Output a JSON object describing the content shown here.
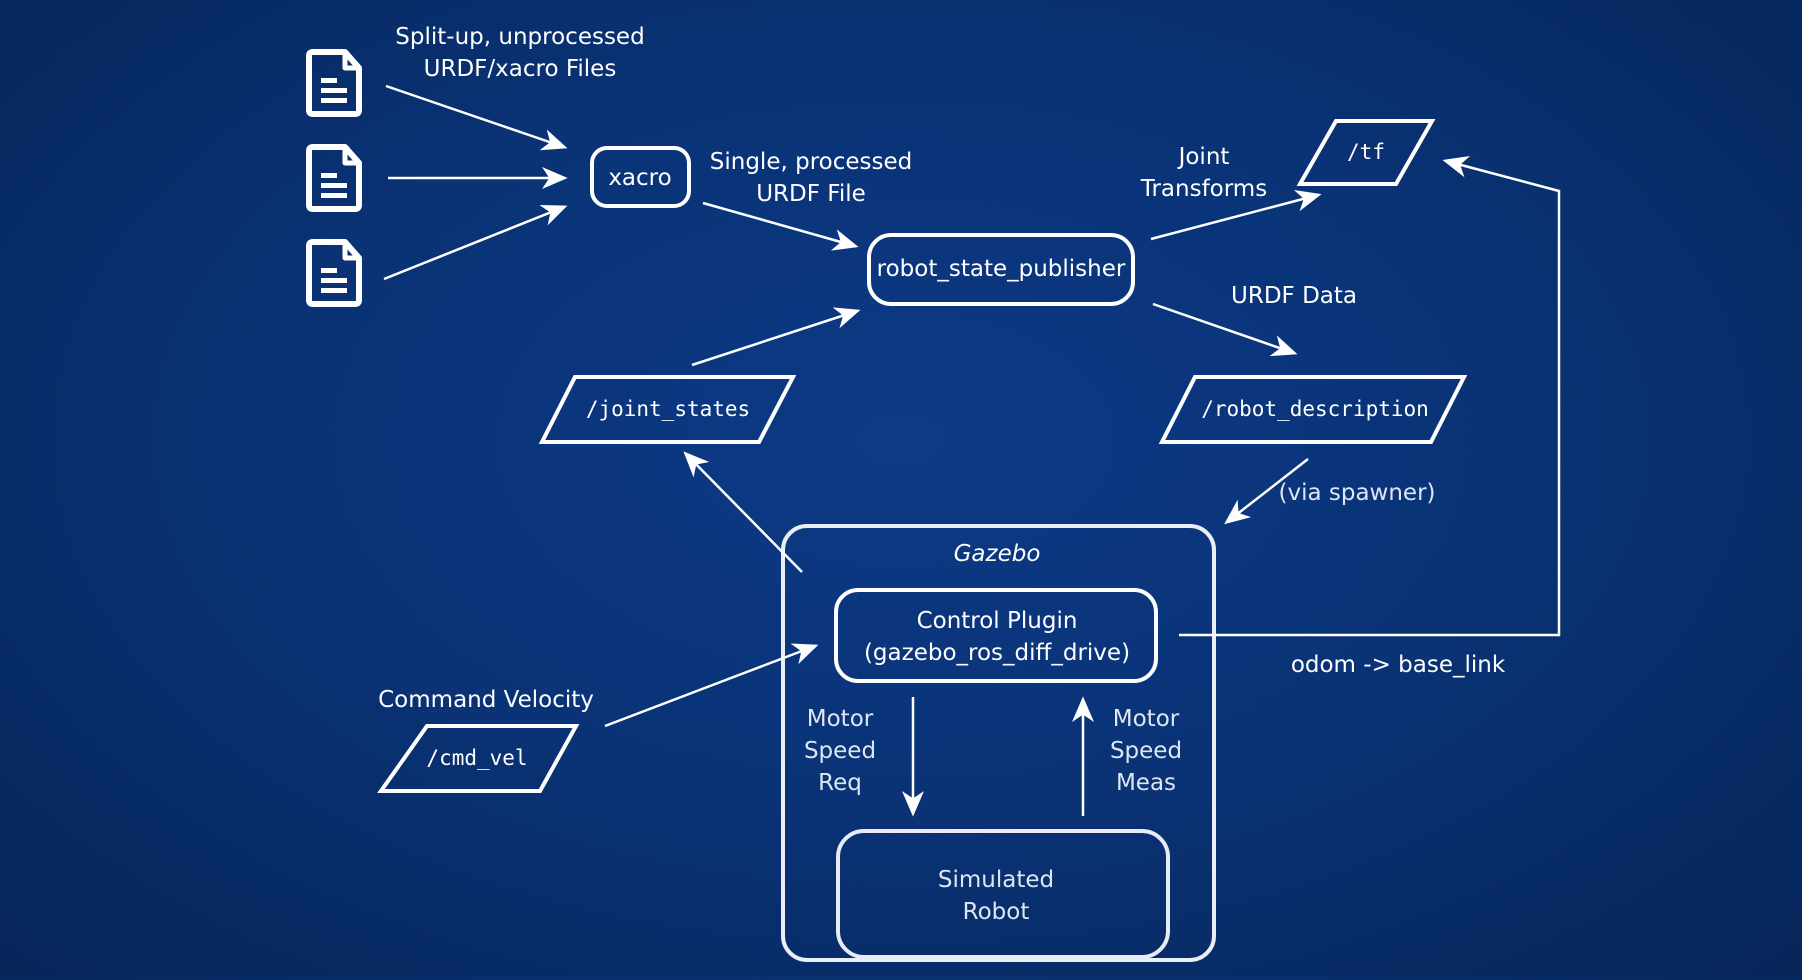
{
  "labels": {
    "files_line1": "Split-up, unprocessed",
    "files_line2": "URDF/xacro Files",
    "xacro_node": "xacro",
    "processed_line1": "Single, processed",
    "processed_line2": "URDF File",
    "rsp_node": "robot_state_publisher",
    "joint_line1": "Joint",
    "joint_line2": "Transforms",
    "tf_topic": "/tf",
    "urdf_data": "URDF Data",
    "joint_states_topic": "/joint_states",
    "robot_description_topic": "/robot_description",
    "via_spawner": "(via spawner)",
    "gazebo": "Gazebo",
    "control_line1": "Control Plugin",
    "control_line2": "(gazebo_ros_diff_drive)",
    "odom": "odom -> base_link",
    "cmd_vel_label": "Command Velocity",
    "cmd_vel_topic": "/cmd_vel",
    "req_line1": "Motor",
    "req_line2": "Speed",
    "req_line3": "Req",
    "meas_line1": "Motor",
    "meas_line2": "Speed",
    "meas_line3": "Meas",
    "robot_line1": "Simulated",
    "robot_line2": "Robot"
  },
  "icons": {
    "file": "document-icon"
  },
  "colors": {
    "background": "#0a3377",
    "foreground": "#ffffff"
  }
}
